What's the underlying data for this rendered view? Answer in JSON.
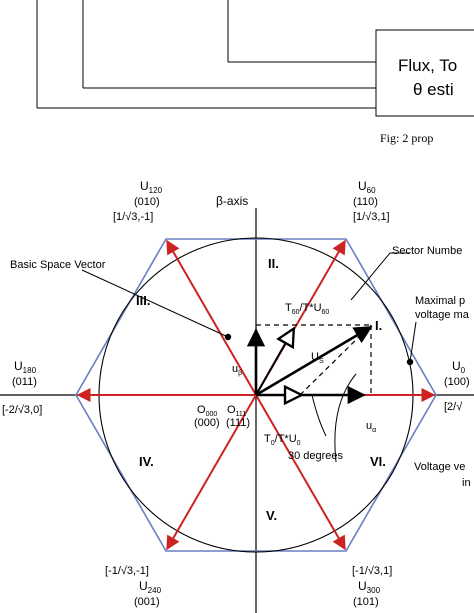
{
  "block": {
    "line1": "Flux, To",
    "line2": "θ esti"
  },
  "caption": "Fig: 2 prop",
  "axes": {
    "beta": "β-axis"
  },
  "sectors": [
    "I.",
    "II.",
    "III.",
    "IV.",
    "V.",
    "VI."
  ],
  "vectors": {
    "u60": {
      "name": "U",
      "sub": "60",
      "code": "(110)",
      "coord": "[1/√3,1]"
    },
    "u120": {
      "name": "U",
      "sub": "120",
      "code": "(010)",
      "coord": "[1/√3,-1]"
    },
    "u180": {
      "name": "U",
      "sub": "180",
      "code": "(011)",
      "coord": "[-2/√3,0]"
    },
    "u240": {
      "name": "U",
      "sub": "240",
      "code": "(001)",
      "coord": "[-1/√3,-1]"
    },
    "u300": {
      "name": "U",
      "sub": "300",
      "code": "(101)",
      "coord": "[-1/√3,1]"
    },
    "u0": {
      "name": "U",
      "sub": "0",
      "code": "(100)",
      "coord": "[2/√"
    }
  },
  "zero": {
    "o000": "O",
    "o000_sub": "000",
    "o000_code": "(000)",
    "o111": "O",
    "o111_sub": "111",
    "o111_code": "(111)"
  },
  "labels": {
    "basic": "Basic Space Vector",
    "sector_number": "Sector Numbe",
    "maximal_1": "Maximal p",
    "maximal_2": "voltage ma",
    "t60": "T",
    "t60_sub1": "60",
    "t60_mid": "/T*U",
    "t60_sub2": "60",
    "us": "U",
    "us_sub": "S",
    "ubeta": "u",
    "ubeta_sub": "β",
    "ualpha": "u",
    "ualpha_sub": "α",
    "t0": "T",
    "t0_sub1": "0",
    "t0_mid": "/T*U",
    "t0_sub2": "0",
    "degrees": "30 degrees",
    "vv_1": "Voltage ve",
    "vv_2": "in"
  },
  "colors": {
    "red": "#cc2222",
    "blue": "#6a7fc2",
    "black": "#000000"
  }
}
